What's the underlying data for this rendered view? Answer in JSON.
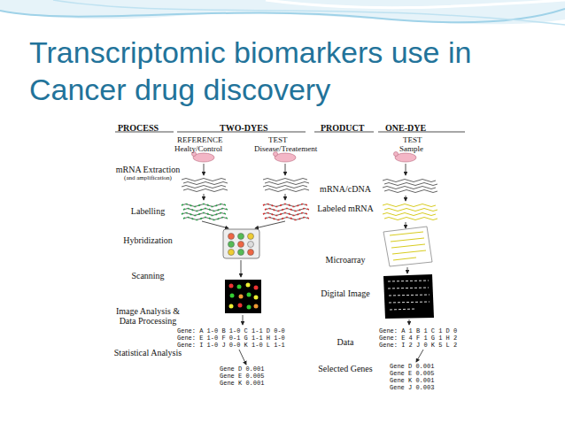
{
  "diagram": {
    "title": "Transcriptomic biomarkers use in Cancer drug discovery",
    "nodes": [
      {
        "text": [
          "Gene: A 1-0 B 1-0 C 1-1 D 0-0",
          "Gene: E 1-0 F 0-1 G 1-1 H 1-0",
          "Gene: I 1-0 J 0-0 K 1-0 L 1-1"
        ]
      },
      {
        "text": [
          "Gene D 0.001",
          "Gene E 0.005",
          "Gene K 0.001"
        ]
      },
      {
        "text": [
          "Gene: A 1 B 1 C 1 D 0",
          "Gene: E 4 F 1 G 1 H 2",
          "Gene: I 2 J 0 K 5 L 2"
        ]
      },
      {
        "text": [
          "Gene D 0.001",
          "Gene E 0.005",
          "Gene K 0.001",
          "Gene J 0.003"
        ]
      }
    ],
    "edges": [
      {
        "from": 0,
        "to": 1,
        "arrow": "to"
      },
      {
        "from": 2,
        "to": 3,
        "arrow": "to"
      }
    ],
    "labels": [
      "PROCESS",
      "TWO-DYES",
      "PRODUCT",
      "ONE-DYE",
      "REFERENCE",
      "TEST",
      "Healty/Control",
      "Disease/Treatement",
      "TEST",
      "Sample",
      "mRNA Extraction",
      "(and amplification)",
      "Labelling",
      "Hybridization",
      "Scanning",
      "Image Analysis & Data Processing",
      "Statistical Analysis",
      "mRNA/cDNA",
      "Labeled mRNA",
      "Microarray",
      "Digital Image",
      "Data",
      "Selected Genes"
    ]
  }
}
